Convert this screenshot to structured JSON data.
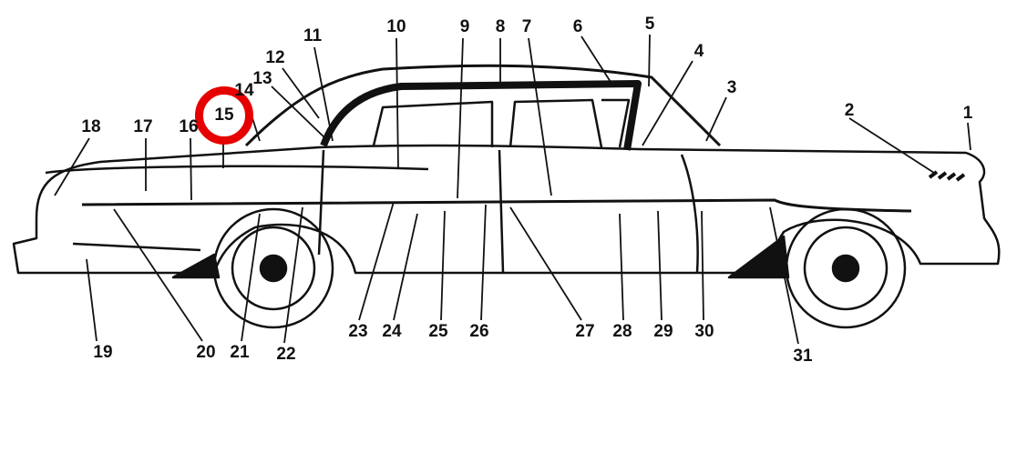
{
  "title": "Car exterior trim parts diagram",
  "highlight_color": "#e60000",
  "highlighted_label": "15",
  "labels": [
    "1",
    "2",
    "3",
    "4",
    "5",
    "6",
    "7",
    "8",
    "9",
    "10",
    "11",
    "12",
    "13",
    "14",
    "16",
    "17",
    "18",
    "19",
    "20",
    "21",
    "22",
    "23",
    "24",
    "25",
    "26",
    "27",
    "28",
    "29",
    "30",
    "31"
  ]
}
